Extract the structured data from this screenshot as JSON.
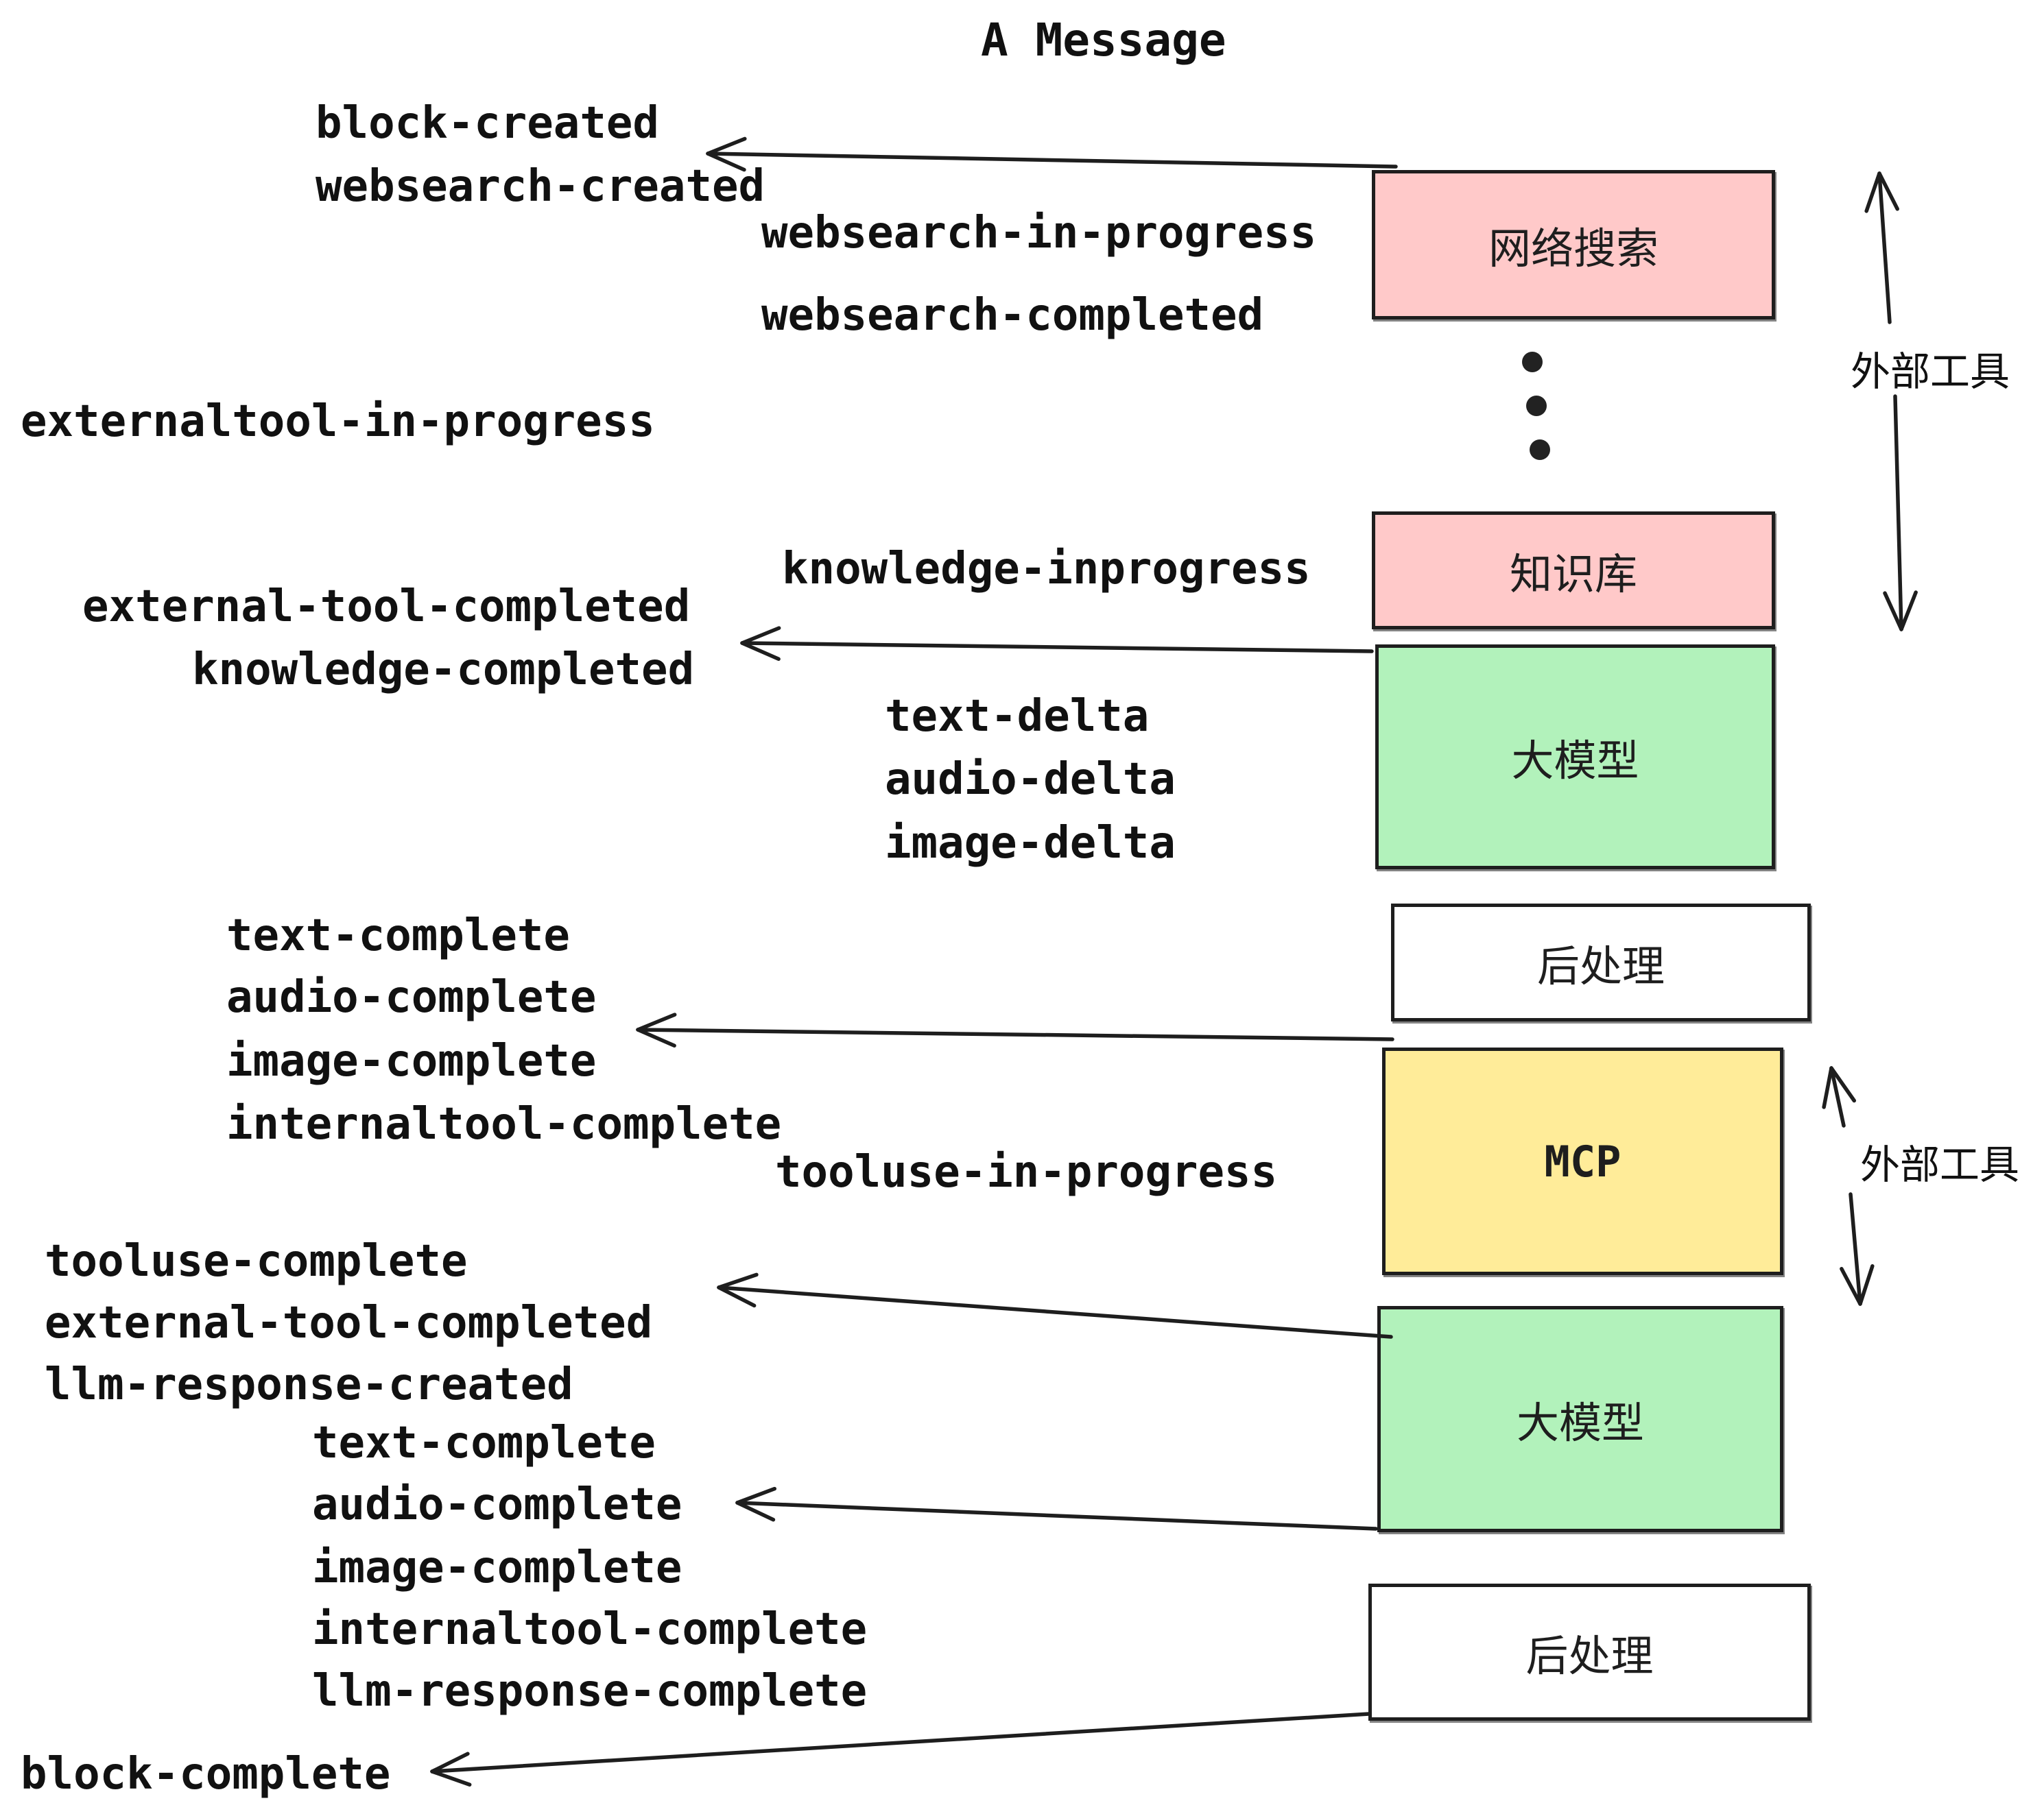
{
  "title": "A Message",
  "colors": {
    "pink": "#ffc9c9",
    "green": "#b2f2bb",
    "yellow": "#ffec99",
    "white": "#ffffff",
    "ink": "#1e1e1e"
  },
  "boxes": [
    {
      "id": "websearch",
      "label": "网络搜索",
      "fill": "pink"
    },
    {
      "id": "knowledge",
      "label": "知识库",
      "fill": "pink"
    },
    {
      "id": "llm-1",
      "label": "大模型",
      "fill": "green"
    },
    {
      "id": "post-1",
      "label": "后处理",
      "fill": "white"
    },
    {
      "id": "mcp",
      "label": "MCP",
      "fill": "yellow"
    },
    {
      "id": "llm-2",
      "label": "大模型",
      "fill": "green"
    },
    {
      "id": "post-2",
      "label": "后处理",
      "fill": "white"
    }
  ],
  "side_labels": [
    {
      "text": "外部工具"
    },
    {
      "text": "外部工具"
    }
  ],
  "events": [
    {
      "text": "block-created"
    },
    {
      "text": "websearch-created"
    },
    {
      "text": "websearch-in-progress"
    },
    {
      "text": "websearch-completed"
    },
    {
      "text": "externaltool-in-progress"
    },
    {
      "text": "knowledge-inprogress"
    },
    {
      "text": "external-tool-completed"
    },
    {
      "text": "knowledge-completed"
    },
    {
      "text": "text-delta"
    },
    {
      "text": "audio-delta"
    },
    {
      "text": "image-delta"
    },
    {
      "text": "text-complete"
    },
    {
      "text": "audio-complete"
    },
    {
      "text": "image-complete"
    },
    {
      "text": "internaltool-complete"
    },
    {
      "text": "tooluse-in-progress"
    },
    {
      "text": "tooluse-complete"
    },
    {
      "text": "external-tool-completed"
    },
    {
      "text": "llm-response-created"
    },
    {
      "text": "text-complete"
    },
    {
      "text": "audio-complete"
    },
    {
      "text": "image-complete"
    },
    {
      "text": "internaltool-complete"
    },
    {
      "text": "llm-response-complete"
    },
    {
      "text": "block-complete"
    }
  ],
  "ellipsis_dots": 3
}
